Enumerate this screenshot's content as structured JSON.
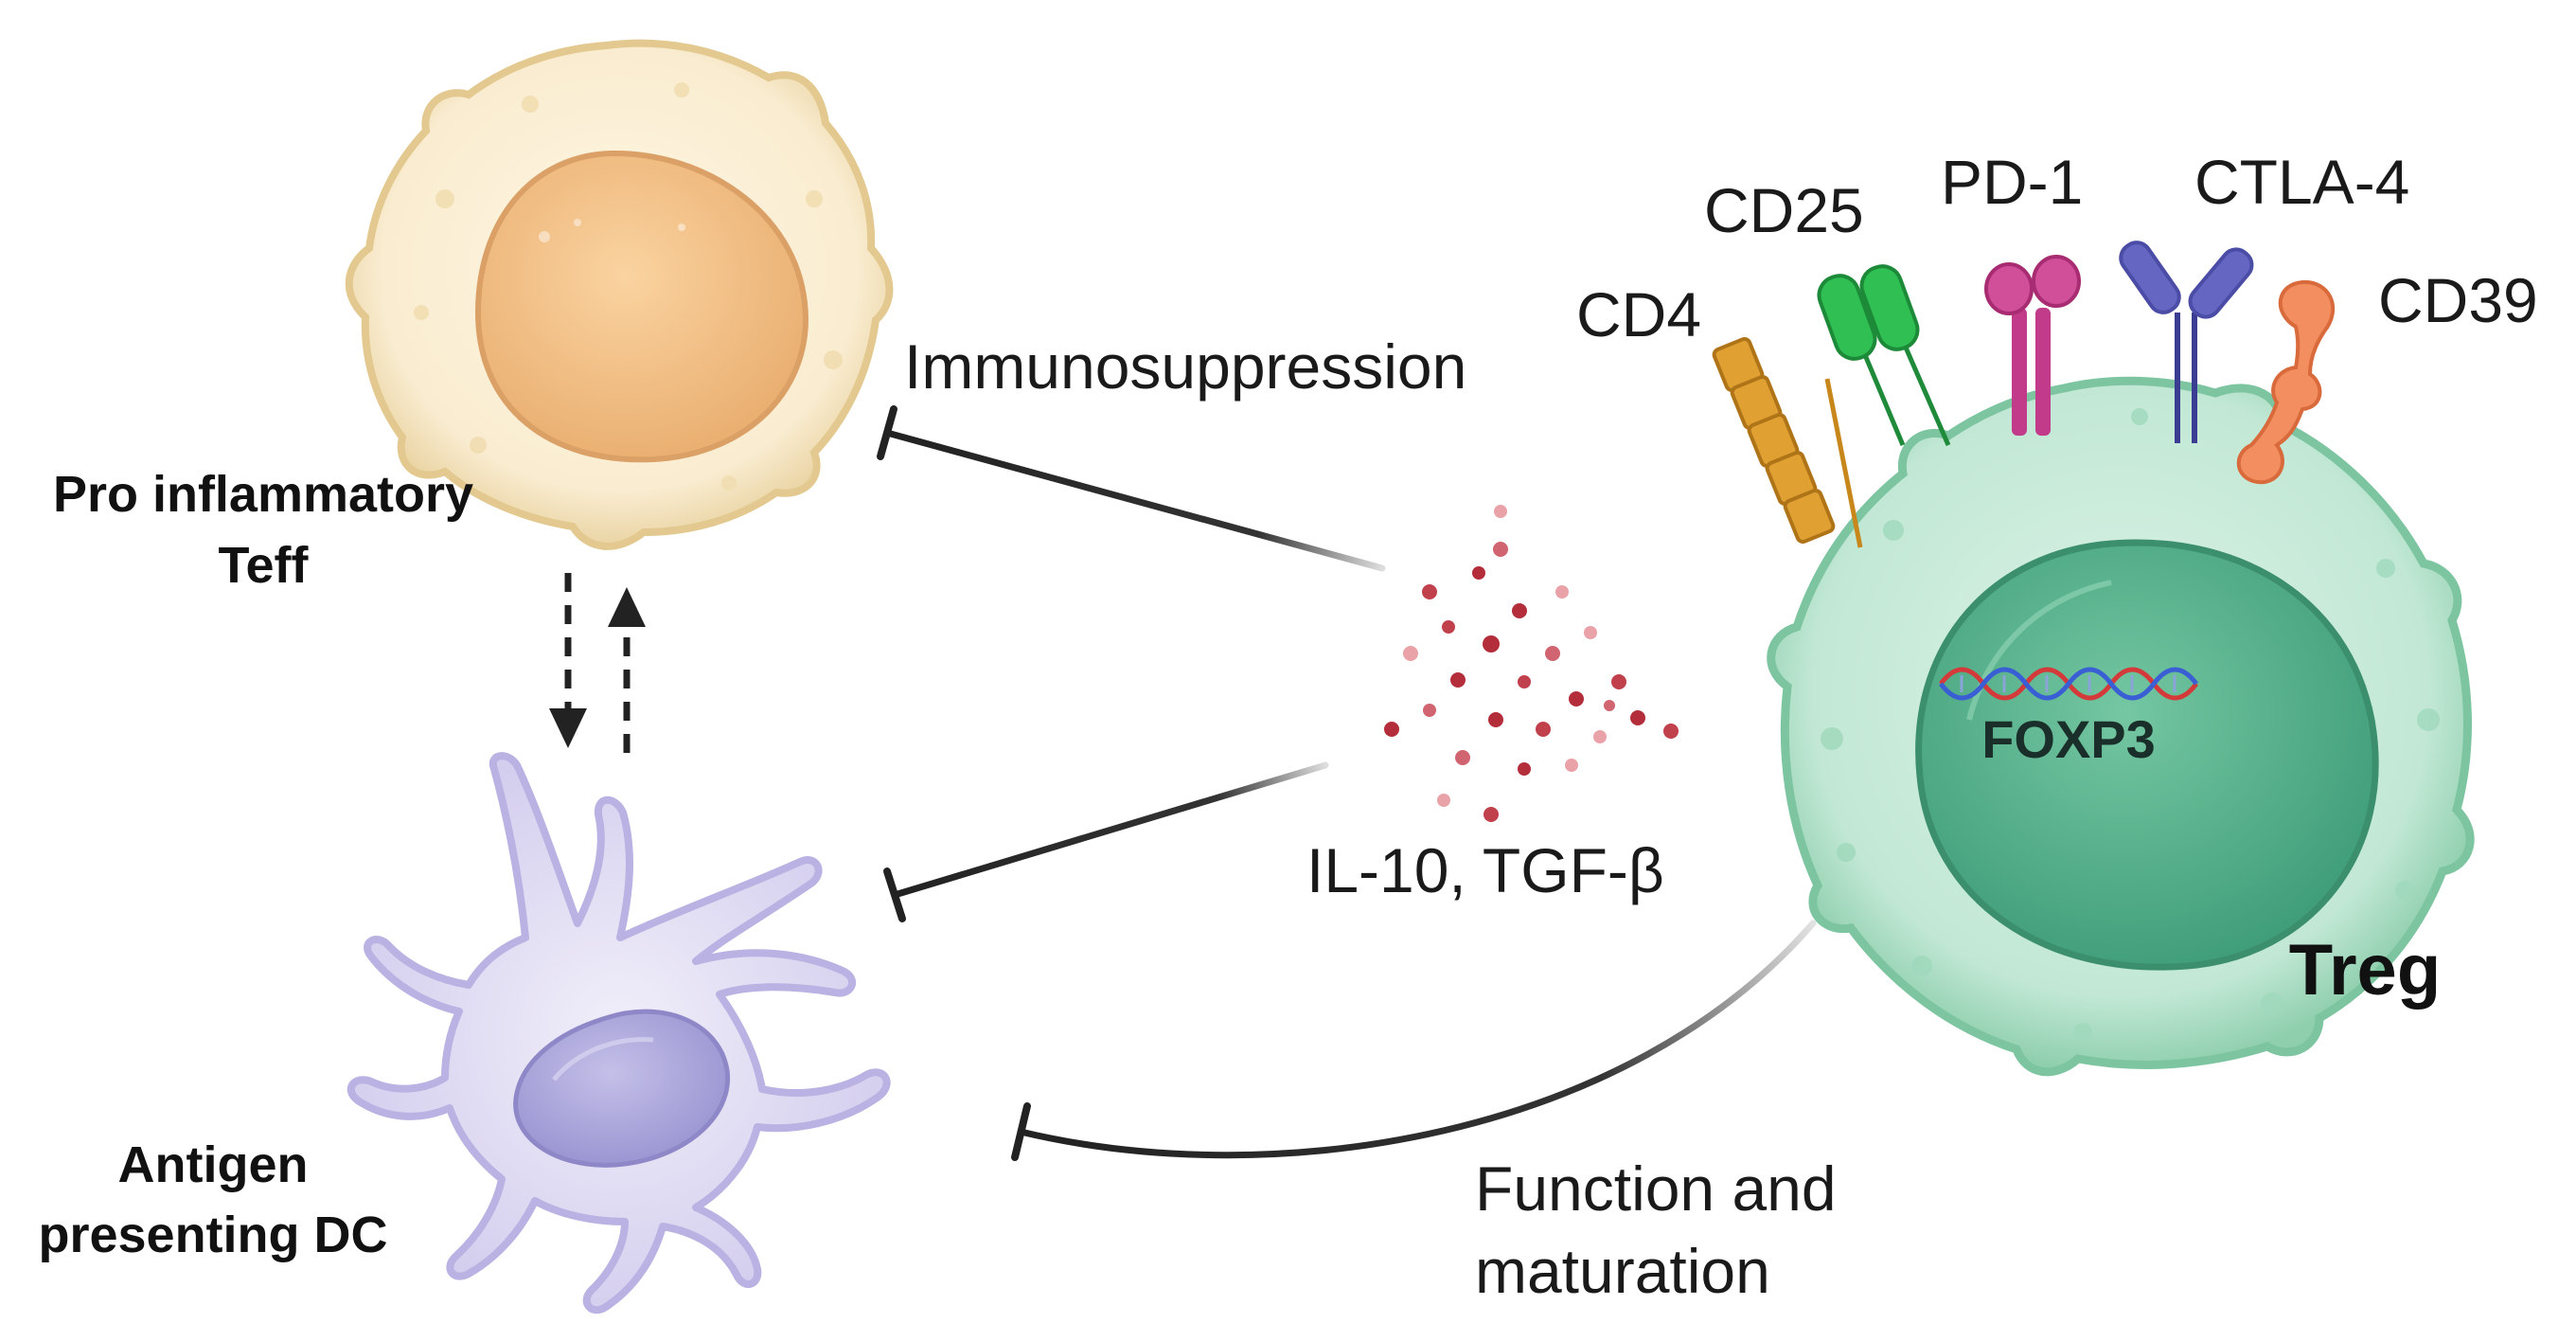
{
  "cells": {
    "teff": {
      "label_line1": "Pro inflammatory",
      "label_line2": "Teff"
    },
    "dc": {
      "label_line1": "Antigen",
      "label_line2": "presenting DC"
    },
    "treg": {
      "label": "Treg",
      "nucleus_gene": "FOXP3"
    }
  },
  "markers": [
    "CD4",
    "CD25",
    "PD-1",
    "CTLA-4",
    "CD39"
  ],
  "mechanisms": {
    "immunosuppression": "Immunosuppression",
    "cytokines": "IL-10, TGF-β",
    "function_line1": "Function and",
    "function_line2": "maturation"
  },
  "colors": {
    "teff_membrane": "#f6e6c2",
    "teff_nucleus": "#f2c48a",
    "dc_body": "#e4e0f4",
    "dc_nucleus": "#b0acdc",
    "treg_membrane": "#a9dcc4",
    "treg_nucleus": "#4fae8a",
    "cd4": "#d99a1e",
    "cd25": "#2dbb4e",
    "pd1": "#c23b8a",
    "ctla4": "#5a5cb8",
    "cd39": "#f2885a",
    "cytokine_dot": "#b32e3a"
  }
}
